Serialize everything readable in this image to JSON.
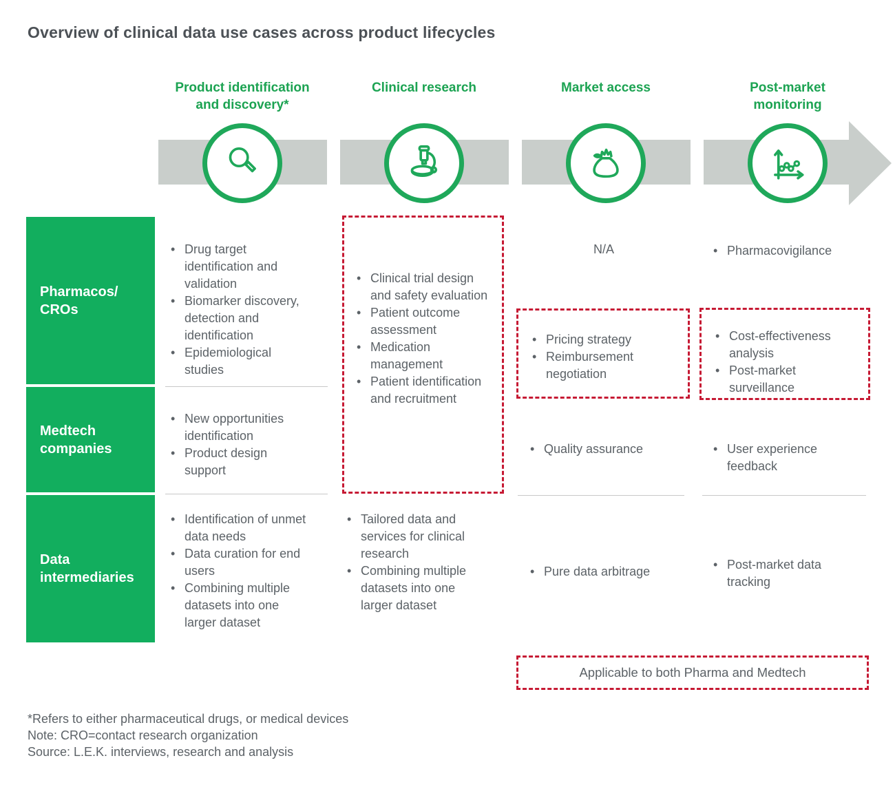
{
  "title": "Overview of clinical data use cases across product lifecycles",
  "colors": {
    "brand_green": "#12ae5e",
    "accent_green": "#1ca352",
    "highlight_red": "#c61a34",
    "band_gray": "#c9cecb",
    "text_gray": "#5c6267"
  },
  "columns": [
    {
      "label": "Product identification\nand discovery*",
      "icon": "magnifier-icon"
    },
    {
      "label": "Clinical research",
      "icon": "microscope-icon"
    },
    {
      "label": "Market access",
      "icon": "money-bag-icon"
    },
    {
      "label": "Post-market\nmonitoring",
      "icon": "trend-chart-icon"
    }
  ],
  "rows": [
    {
      "label": "Pharmacos/\nCROs"
    },
    {
      "label": "Medtech\ncompanies"
    },
    {
      "label": "Data\nintermediaries"
    }
  ],
  "cells": {
    "pharmacos": {
      "product": [
        "Drug target identification and validation",
        "Biomarker discovery, detection and identification",
        "Epidemiological studies"
      ],
      "market": "N/A",
      "post": [
        "Pharmacovigilance"
      ]
    },
    "shared_pharma_medtech": {
      "clinical": [
        "Clinical trial design and safety evaluation",
        "Patient outcome assessment",
        "Medication management",
        "Patient identification and recruitment"
      ],
      "market": [
        "Pricing strategy",
        "Reimbursement negotiation"
      ],
      "post": [
        "Cost-effectiveness analysis",
        "Post-market surveillance"
      ]
    },
    "medtech": {
      "product": [
        "New opportunities identification",
        "Product design support"
      ],
      "market": [
        "Quality assurance"
      ],
      "post": [
        "User experience feedback"
      ]
    },
    "intermediaries": {
      "product": [
        "Identification of unmet data needs",
        "Data curation for end users",
        "Combining multiple datasets into one larger dataset"
      ],
      "clinical": [
        "Tailored data and services for clinical research",
        "Combining multiple datasets into one larger dataset"
      ],
      "market": [
        "Pure data arbitrage"
      ],
      "post": [
        "Post-market data tracking"
      ]
    }
  },
  "legend": {
    "label": "Applicable to both Pharma and Medtech"
  },
  "footnotes": [
    "*Refers to either pharmaceutical drugs, or medical devices",
    "Note: CRO=contact research organization",
    "Source: L.E.K. interviews, research and analysis"
  ]
}
